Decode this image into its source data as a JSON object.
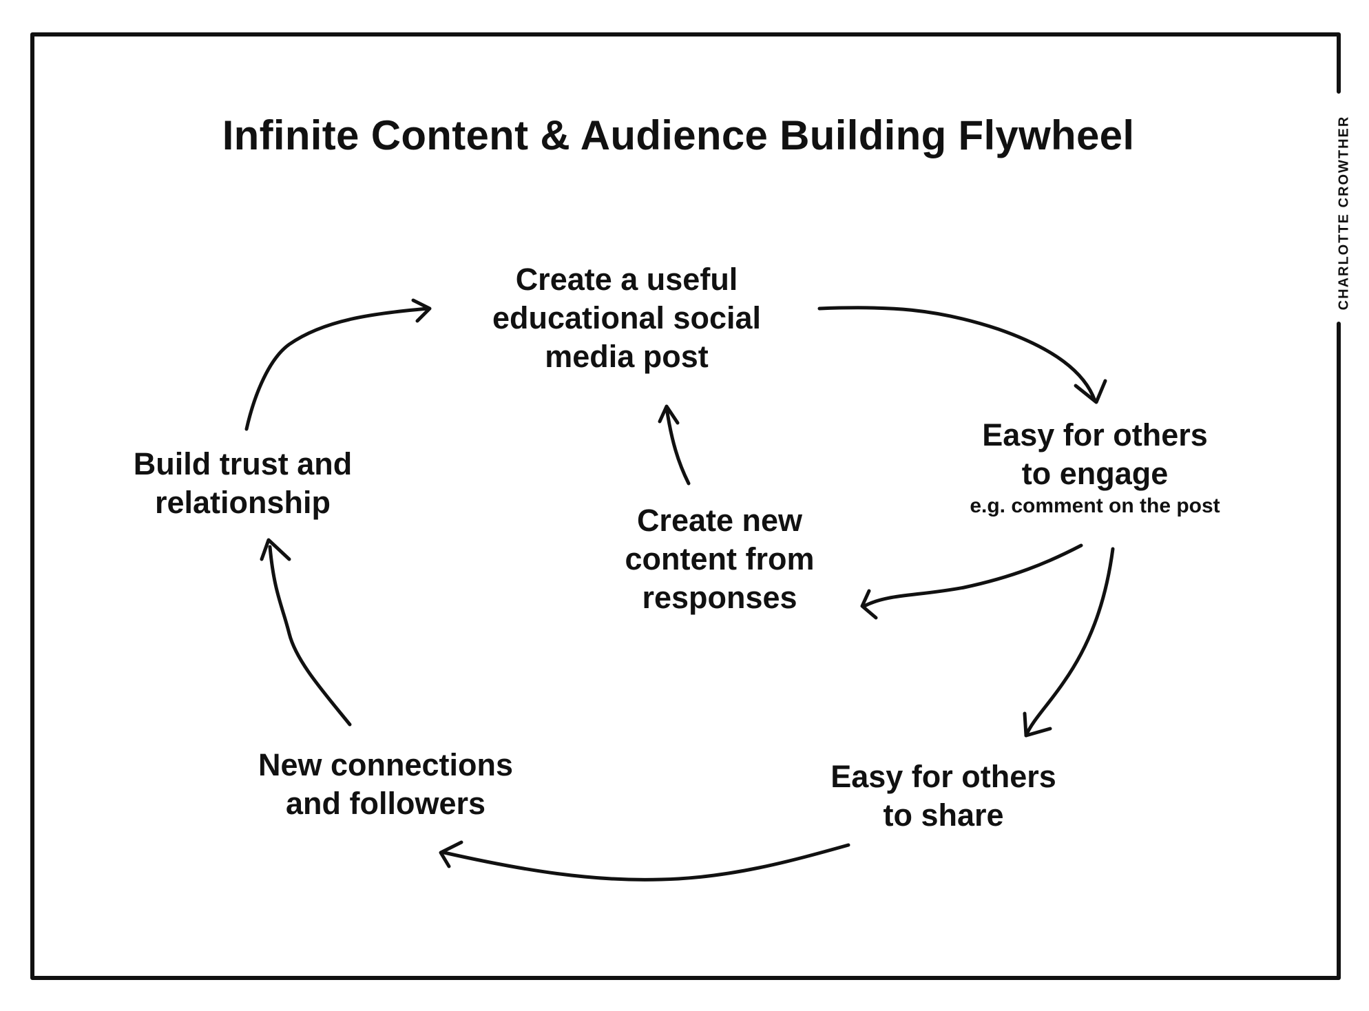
{
  "diagram": {
    "title": "Infinite Content & Audience Building Flywheel",
    "signature": "CHARLOTTE CROWTHER",
    "stroke_color": "#111111",
    "background_color": "#ffffff",
    "nodes": {
      "create_post": [
        "Create a useful",
        "educational social",
        "media post"
      ],
      "engage": [
        "Easy for others",
        "to engage"
      ],
      "engage_note": "e.g. comment on the post",
      "share": [
        "Easy for others",
        "to share"
      ],
      "connections": [
        "New connections",
        "and followers"
      ],
      "trust": [
        "Build trust and",
        "relationship"
      ],
      "new_content": [
        "Create new",
        "content from",
        "responses"
      ]
    }
  }
}
